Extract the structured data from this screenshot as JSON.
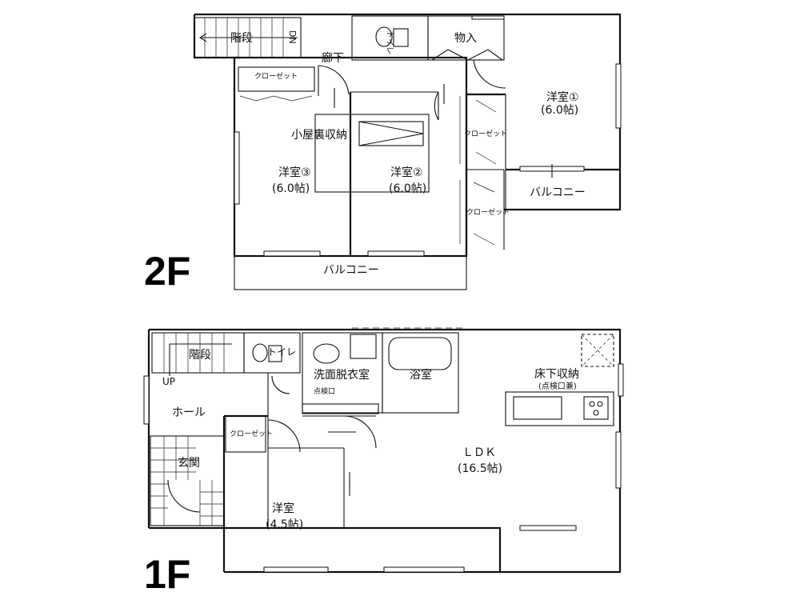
{
  "floor_labels": {
    "second": "2F",
    "first": "1F"
  },
  "second_floor": {
    "stairs": "階段",
    "stairs_dir": "DN",
    "toilet": "トイレ",
    "storage": "物入",
    "hallway": "廊下",
    "closet_top": "クローゼット",
    "attic_storage": "小屋裏収納",
    "room1_name": "洋室①",
    "room1_size": "(6.0帖)",
    "room2_name": "洋室②",
    "room2_size": "(6.0帖)",
    "room3_name": "洋室③",
    "room3_size": "(6.0帖)",
    "closet_right_upper": "クローゼット",
    "closet_right_lower": "クローゼット",
    "balcony_right": "バルコニー",
    "balcony_bottom": "バルコニー"
  },
  "first_floor": {
    "stairs": "階段",
    "stairs_dir": "UP",
    "toilet": "トイレ",
    "washroom": "洗面脱衣室",
    "inspection": "点検口",
    "bathroom": "浴室",
    "underfloor_storage": "床下収納",
    "underfloor_note": "(点検口兼)",
    "hall": "ホール",
    "closet": "クローゼット",
    "entrance": "玄関",
    "ldk_name": "ＬＤＫ",
    "ldk_size": "(16.5帖)",
    "room_name": "洋室",
    "room_size": "(4.5帖)"
  }
}
